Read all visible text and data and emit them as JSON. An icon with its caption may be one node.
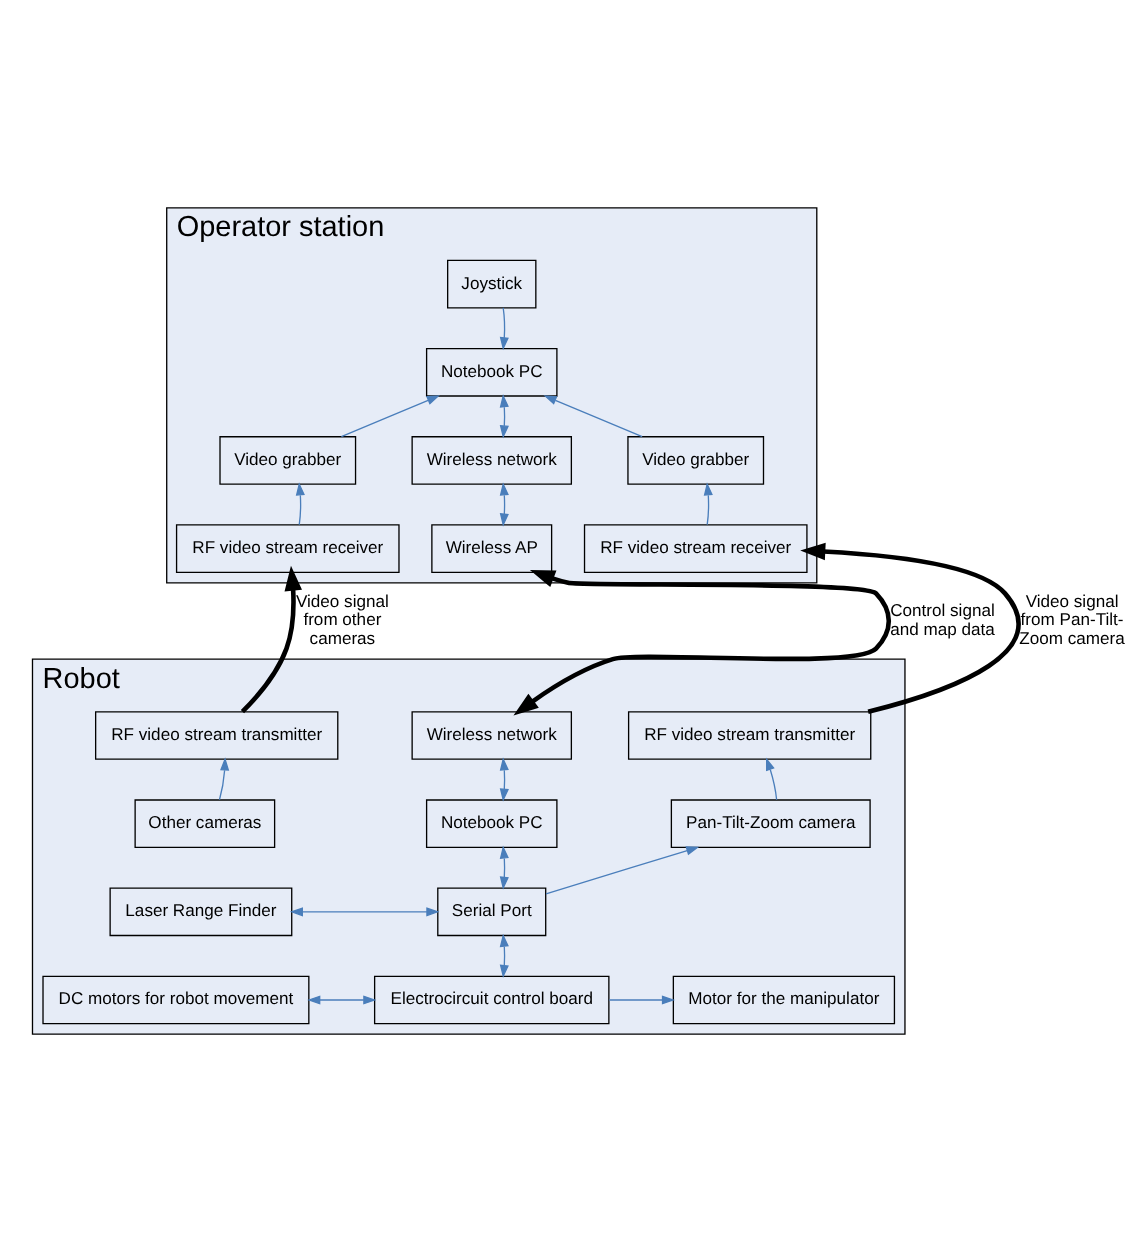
{
  "diagram": {
    "nodes": [
      {
        "text": [
          "Operator station"
        ]
      },
      {
        "text": [
          "Joystick"
        ],
        "in": 0
      },
      {
        "text": [
          "Notebook PC"
        ],
        "in": 0
      },
      {
        "text": [
          "Video grabber"
        ],
        "in": 0
      },
      {
        "text": [
          "Wireless network"
        ],
        "in": 0
      },
      {
        "text": [
          "Video grabber"
        ],
        "in": 0
      },
      {
        "text": [
          "RF video stream receiver"
        ],
        "in": 0
      },
      {
        "text": [
          "Wireless AP"
        ],
        "in": 0
      },
      {
        "text": [
          "RF video stream receiver"
        ],
        "in": 0
      },
      {
        "text": [
          "Robot"
        ]
      },
      {
        "text": [
          "RF video stream transmitter"
        ],
        "in": 9
      },
      {
        "text": [
          "Wireless network"
        ],
        "in": 9
      },
      {
        "text": [
          "RF video stream transmitter"
        ],
        "in": 9
      },
      {
        "text": [
          "Other cameras"
        ],
        "in": 9
      },
      {
        "text": [
          "Notebook PC"
        ],
        "in": 9
      },
      {
        "text": [
          "Pan-Tilt-Zoom camera"
        ],
        "in": 9
      },
      {
        "text": [
          "Laser Range Finder"
        ],
        "in": 9
      },
      {
        "text": [
          "Serial Port"
        ],
        "in": 9
      },
      {
        "text": [
          "DC motors for robot movement"
        ],
        "in": 9
      },
      {
        "text": [
          "Electrocircuit control board"
        ],
        "in": 9
      },
      {
        "text": [
          "Motor for the manipulator"
        ],
        "in": 9
      }
    ],
    "edges": [
      {
        "from": 1,
        "to": 2,
        "arrow": "to"
      },
      {
        "from": 3,
        "to": 2,
        "arrow": "to"
      },
      {
        "from": 5,
        "to": 2,
        "arrow": "to"
      },
      {
        "from": 2,
        "to": 4,
        "arrow": "both"
      },
      {
        "from": 4,
        "to": 7,
        "arrow": "both"
      },
      {
        "from": 6,
        "to": 3,
        "arrow": "to"
      },
      {
        "from": 8,
        "to": 5,
        "arrow": "to"
      },
      {
        "from": 10,
        "to": 6,
        "arrow": "to",
        "label": "Video signal from other cameras",
        "style": "thick",
        "color": "#000000"
      },
      {
        "from": 11,
        "to": 7,
        "arrow": "both",
        "label": "Control signal and map data",
        "style": "thick",
        "color": "#000000"
      },
      {
        "from": 12,
        "to": 8,
        "arrow": "to",
        "label": "Video signal from Pan-Tilt-Zoom camera",
        "style": "thick",
        "color": "#000000"
      },
      {
        "from": 13,
        "to": 10,
        "arrow": "to"
      },
      {
        "from": 14,
        "to": 11,
        "arrow": "both"
      },
      {
        "from": 15,
        "to": 12,
        "arrow": "to"
      },
      {
        "from": 17,
        "to": 14,
        "arrow": "both"
      },
      {
        "from": 16,
        "to": 17,
        "arrow": "both"
      },
      {
        "from": 17,
        "to": 15,
        "arrow": "to"
      },
      {
        "from": 17,
        "to": 19,
        "arrow": "both"
      },
      {
        "from": 18,
        "to": 19,
        "arrow": "both"
      },
      {
        "from": 19,
        "to": 20,
        "arrow": "to"
      }
    ]
  }
}
